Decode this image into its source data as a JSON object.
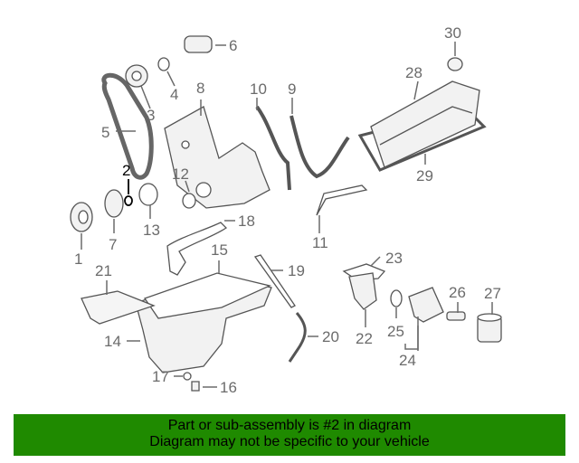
{
  "diagram": {
    "highlight_color": "#000000",
    "label_color": "#6b6b6b",
    "callouts": [
      "1",
      "2",
      "3",
      "4",
      "5",
      "6",
      "7",
      "8",
      "10",
      "9",
      "11",
      "12",
      "13",
      "15",
      "18",
      "19",
      "20",
      "21",
      "14",
      "17",
      "16",
      "22",
      "23",
      "25",
      "24",
      "26",
      "27",
      "28",
      "29",
      "30"
    ]
  },
  "banner": {
    "background": "#1f8a00",
    "line1": "Part or sub-assembly is #2 in diagram",
    "line2": "Diagram may not be specific to your vehicle"
  }
}
